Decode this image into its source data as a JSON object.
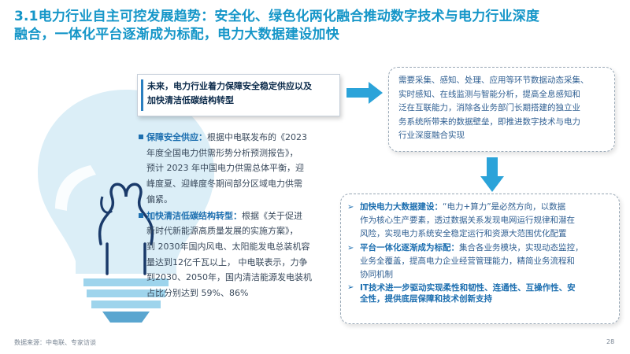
{
  "title": {
    "line1": "3.1电力行业自主可控发展趋势：安全化、绿色化两化融合推动数字技术与电力行业深度",
    "line2": "融合，一体化平台逐渐成为标配，电力大数据建设加快"
  },
  "callout": {
    "line1": "未来，电力行业着力保障安全稳定供应以及",
    "line2": "加快清洁低碳结构转型"
  },
  "top_right_box": {
    "lines": [
      "需要采集、感知、处理、应用等环节数据动态采集、",
      "实时感知、在线监测与智能分析，提高全息感知和",
      "泛在互联能力，消除各业务部门长期搭建的独立业",
      "务系统所带来的数据壁垒，即推进数字技术与电力",
      "行业深度融合实现"
    ]
  },
  "left_points": [
    {
      "heading": "保障安全供应：",
      "lines": [
        "根据中电联发布的《2023",
        "年度全国电力供需形势分析预测报告》，",
        "预计 2023 年中国电力供需总体平衡，迎",
        "峰度夏、迎峰度冬期间部分区域电力供需",
        "偏紧。"
      ]
    },
    {
      "heading": "加快清洁低碳结构转型：",
      "lines": [
        "根据《关于促进",
        "新时代新能源高质量发展的实施方案》，",
        "到 2030年国内风电、太阳能发电总装机容",
        "量达到12亿千瓦以上，  中电联表示，力争",
        "到2030、2050年，国内清洁能源发电装机",
        "占比分别达到 59%、86%"
      ]
    }
  ],
  "bottom_right_box": {
    "items": [
      {
        "heading": "加快电力大数据建设：",
        "lines": [
          "“电力+算力”是必然方向，以数据",
          "作为核心生产要素，透过数据关系发现电网运行规律和潜在",
          "风险，实现电力系统安全稳定运行和资源大范围优化配置"
        ]
      },
      {
        "heading": "平台一体化逐渐成为标配：",
        "lines": [
          "集合各业务模块，实现动态监控，",
          "业务全覆盖，提高电力企业经营管理能力，精简业务流程和",
          "协同机制"
        ]
      },
      {
        "heading": "IT技术进一步驱动实现柔性和韧性、连通性、互操作性、安",
        "lines": [
          "全性，提供底层保障和技术创新支持"
        ]
      }
    ]
  },
  "footer": {
    "source": "数据来源：中电联、专家访谈",
    "page": "28"
  },
  "colors": {
    "title": "#1596c8",
    "accent": "#1d6fb0",
    "arrow": "#2ba3d9",
    "bulb": "#dbeef7"
  },
  "icons": {
    "bulb": "lightbulb-illustration",
    "arrow_right": "arrow-right-icon",
    "arrow_down": "arrow-down-icon",
    "bullet_square": "square-bullet-icon",
    "bullet_chevron": "chevron-right-icon"
  }
}
